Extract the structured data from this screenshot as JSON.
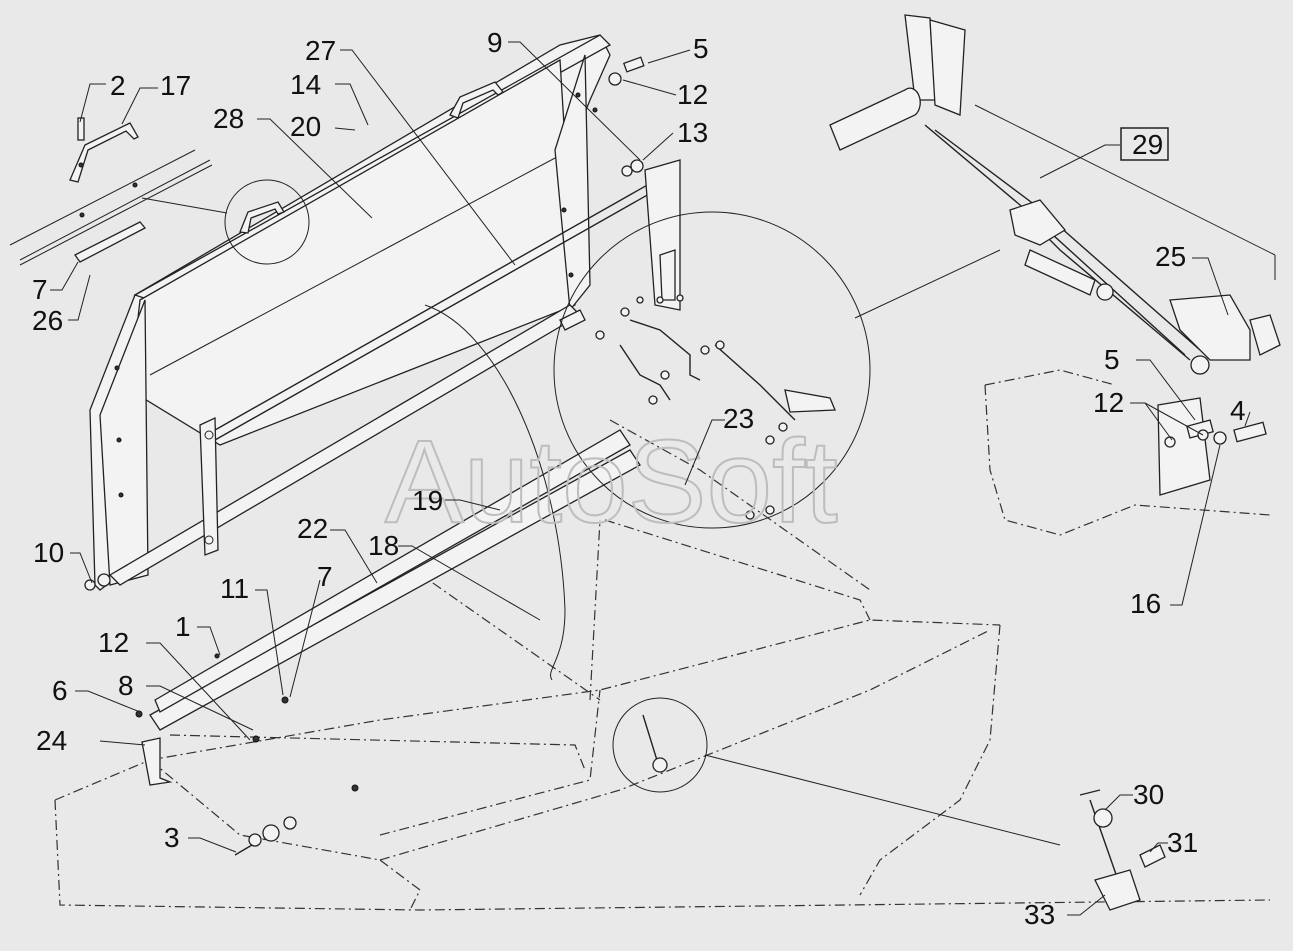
{
  "watermark": "AutoSoft",
  "callouts": {
    "c1": "1",
    "c2": "2",
    "c3": "3",
    "c4": "4",
    "c5a": "5",
    "c5b": "5",
    "c6": "6",
    "c7a": "7",
    "c7b": "7",
    "c8": "8",
    "c9": "9",
    "c10": "10",
    "c11": "11",
    "c12a": "12",
    "c12b": "12",
    "c12c": "12",
    "c13": "13",
    "c14": "14",
    "c16": "16",
    "c17": "17",
    "c18": "18",
    "c19": "19",
    "c20": "20",
    "c22": "22",
    "c23": "23",
    "c24": "24",
    "c25": "25",
    "c26": "26",
    "c27": "27",
    "c28": "28",
    "c29": "29",
    "c30": "30",
    "c31": "31",
    "c33": "33"
  }
}
